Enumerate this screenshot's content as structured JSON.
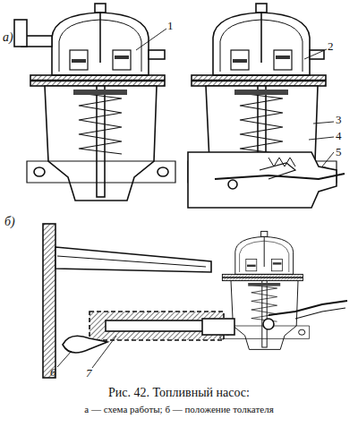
{
  "diagram": {
    "caption": "Рис. 42. Топливный насос:",
    "labels": [
      "а)",
      "1",
      "2",
      "3",
      "4",
      "5",
      "б)",
      "6",
      "7",
      "а — схема работы; б — положение толкателя"
    ]
  }
}
